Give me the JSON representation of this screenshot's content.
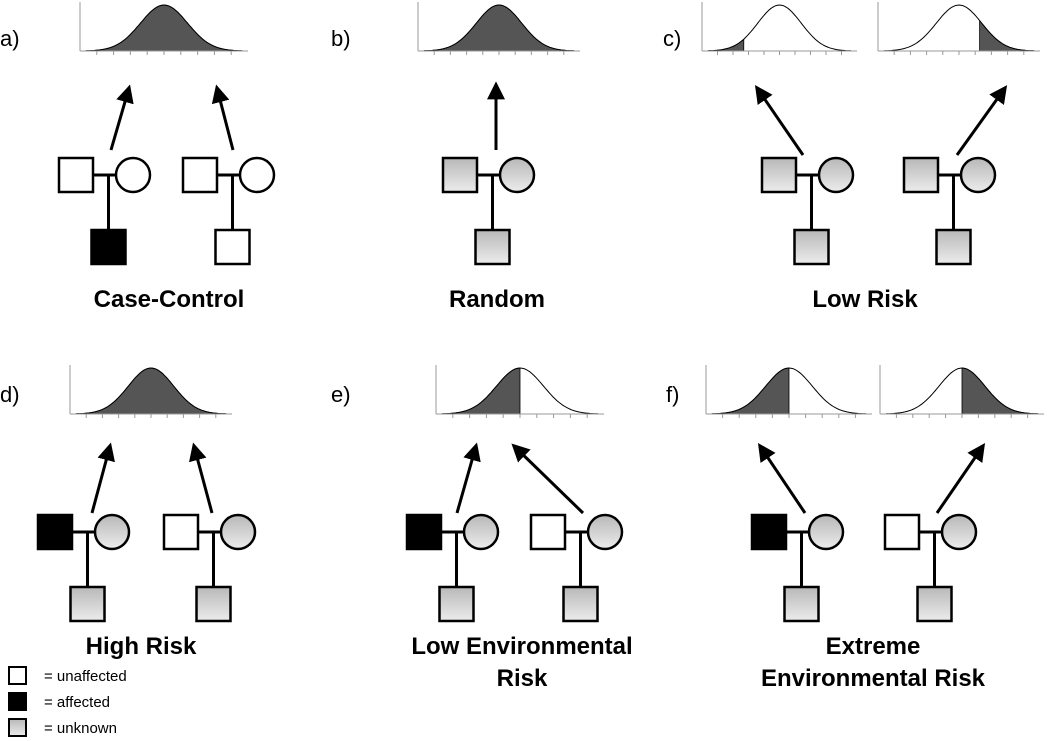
{
  "colors": {
    "affected": "#000000",
    "unaffected": "#ffffff",
    "unknown": "#d4d4d4",
    "curve_fill": "#555555",
    "stroke": "#000000",
    "axis": "#999999"
  },
  "panels": {
    "a": {
      "label": "a)",
      "title": [
        "Case-Control"
      ],
      "distributions": [
        {
          "shade": "all"
        }
      ],
      "families": [
        {
          "father": "unaffected",
          "mother": "unaffected",
          "child": "affected"
        },
        {
          "father": "unaffected",
          "mother": "unaffected",
          "child": "unaffected"
        }
      ]
    },
    "b": {
      "label": "b)",
      "title": [
        "Random"
      ],
      "distributions": [
        {
          "shade": "all"
        }
      ],
      "families": [
        {
          "father": "unknown",
          "mother": "unknown",
          "child": "unknown"
        }
      ]
    },
    "c": {
      "label": "c)",
      "title": [
        "Low Risk"
      ],
      "distributions": [
        {
          "shade": "left-tail"
        },
        {
          "shade": "right-tail"
        }
      ],
      "families": [
        {
          "father": "unknown",
          "mother": "unknown",
          "child": "unknown"
        },
        {
          "father": "unknown",
          "mother": "unknown",
          "child": "unknown"
        }
      ]
    },
    "d": {
      "label": "d)",
      "title": [
        "High Risk"
      ],
      "distributions": [
        {
          "shade": "all"
        }
      ],
      "families": [
        {
          "father": "affected",
          "mother": "unknown",
          "child": "unknown"
        },
        {
          "father": "unaffected",
          "mother": "unknown",
          "child": "unknown"
        }
      ]
    },
    "e": {
      "label": "e)",
      "title": [
        "Low Environmental",
        "Risk"
      ],
      "distributions": [
        {
          "shade": "left-half"
        }
      ],
      "families": [
        {
          "father": "affected",
          "mother": "unknown",
          "child": "unknown"
        },
        {
          "father": "unaffected",
          "mother": "unknown",
          "child": "unknown"
        }
      ]
    },
    "f": {
      "label": "f)",
      "title": [
        "Extreme",
        "Environmental Risk"
      ],
      "distributions": [
        {
          "shade": "left-half"
        },
        {
          "shade": "right-half"
        }
      ],
      "families": [
        {
          "father": "affected",
          "mother": "unknown",
          "child": "unknown"
        },
        {
          "father": "unaffected",
          "mother": "unknown",
          "child": "unknown"
        }
      ]
    }
  },
  "legend": [
    {
      "status": "unaffected",
      "text": "= unaffected"
    },
    {
      "status": "affected",
      "text": "= affected"
    },
    {
      "status": "unknown",
      "text": "= unknown"
    }
  ]
}
